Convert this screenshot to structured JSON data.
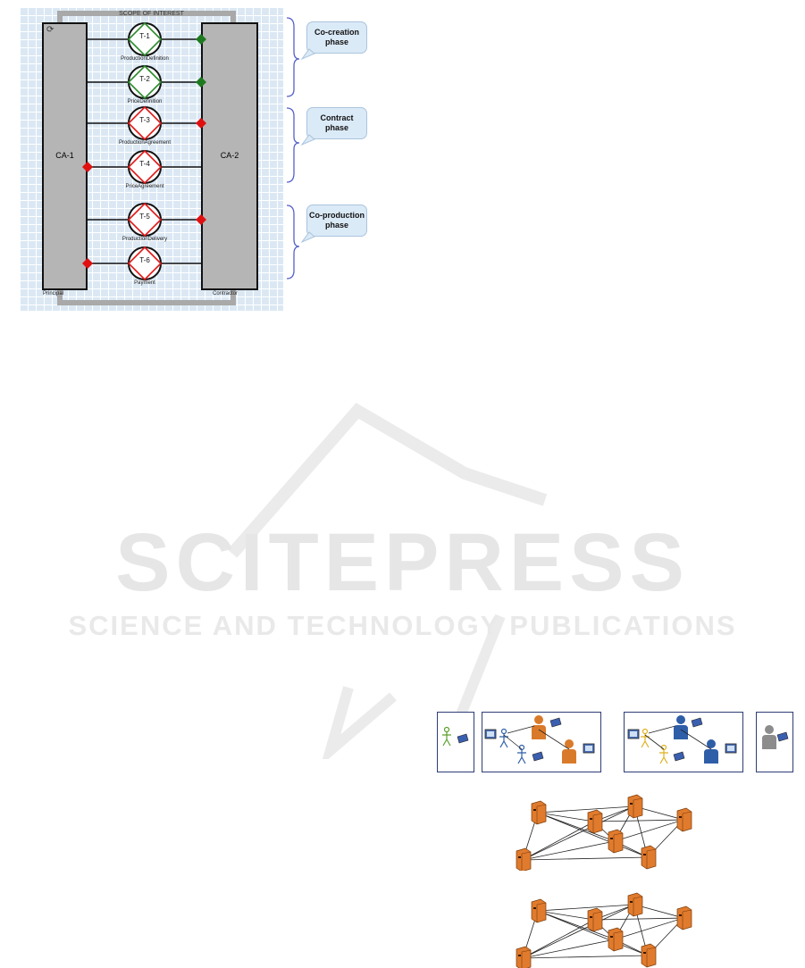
{
  "diagram": {
    "scope_title": "SCOPE OF INTEREST",
    "actor_left": {
      "name": "CA-1",
      "role": "Principal"
    },
    "actor_right": {
      "name": "CA-2",
      "role": "Contractor"
    },
    "transactions": [
      {
        "id": "T-1",
        "label": "ProductionDefinition",
        "color": "#2e8b2e"
      },
      {
        "id": "T-2",
        "label": "PriceDefinition",
        "color": "#2e8b2e"
      },
      {
        "id": "T-3",
        "label": "ProductionAgreement",
        "color": "#e01818"
      },
      {
        "id": "T-4",
        "label": "PriceAgreement",
        "color": "#e01818"
      },
      {
        "id": "T-5",
        "label": "ProductionDelivery",
        "color": "#e01818"
      },
      {
        "id": "T-6",
        "label": "Payment",
        "color": "#e01818"
      }
    ],
    "colors": {
      "green": "#1e7a1e",
      "red": "#e01010",
      "actor_fill": "#b5b5b5",
      "bracket": "#5561c8"
    }
  },
  "phases": [
    {
      "label": "Co-creation\nphase"
    },
    {
      "label": "Contract\nphase"
    },
    {
      "label": "Co-production\nphase"
    }
  ],
  "watermark": {
    "line1": "SCITEPRESS",
    "line2": "SCIENCE AND TECHNOLOGY PUBLICATIONS"
  },
  "network_figure": {
    "colors": {
      "server": "#e07b2e",
      "orange_person": "#d97a2a",
      "blue_person": "#2f5ea8",
      "gray_person": "#8c8c8c",
      "green_person": "#5aa02c",
      "frame": "#2e3d77"
    }
  }
}
